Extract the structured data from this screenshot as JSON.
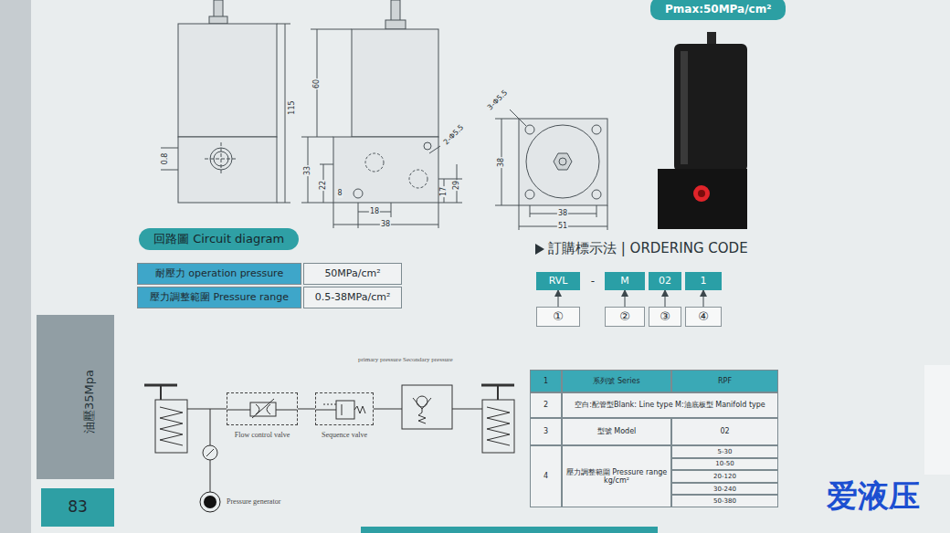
{
  "diagram": {
    "nodes": [
      {
        "text": [
          "Pmax:50MPa/cm²"
        ]
      },
      {
        "text": [
          "回路圖 Circuit diagram"
        ]
      },
      {
        "text": [
          "RVL"
        ]
      },
      {
        "text": [
          "M"
        ]
      },
      {
        "text": [
          "02"
        ]
      },
      {
        "text": [
          "1"
        ]
      },
      {
        "text": [
          "①"
        ]
      },
      {
        "text": [
          "②"
        ]
      },
      {
        "text": [
          "③"
        ]
      },
      {
        "text": [
          "④"
        ]
      },
      {
        "text": [
          "Flow control valve"
        ]
      },
      {
        "text": [
          "Sequence valve"
        ]
      },
      {
        "text": [
          "Pressure generator"
        ]
      }
    ],
    "edges": [
      {
        "from": 6,
        "to": 2,
        "arrow": "to"
      },
      {
        "from": 7,
        "to": 3,
        "arrow": "to"
      },
      {
        "from": 8,
        "to": 4,
        "arrow": "to"
      },
      {
        "from": 9,
        "to": 5,
        "arrow": "to"
      },
      {
        "from": 12,
        "to": 10,
        "arrow": "none"
      },
      {
        "from": 10,
        "to": 11,
        "arrow": "none"
      }
    ],
    "labels": [
      "115",
      "0.8",
      "60",
      "33",
      "22",
      "8",
      "2-Φ5.5",
      "17",
      "29",
      "18",
      "38",
      "3-Φ5.5",
      "38",
      "38",
      "51",
      "耐壓力 operation pressure",
      "50MPa/cm²",
      "壓力調整範圍 Pressure range",
      "0.5-38MPa/cm²",
      "訂購標示法 | ORDERING CODE",
      "-",
      "油壓35Mpa",
      "83",
      "primary pressure Secondary pressure",
      "1",
      "系列號 Series",
      "RPF",
      "2",
      "空白:配管型Blank: Line type M:油底板型 Manifold type",
      "3",
      "型號 Model",
      "02",
      "4",
      "壓力調整範圍 Pressure range kg/cm²",
      "5-30",
      "10-50",
      "20-120",
      "30-240",
      "50-380",
      "爱液压"
    ]
  }
}
